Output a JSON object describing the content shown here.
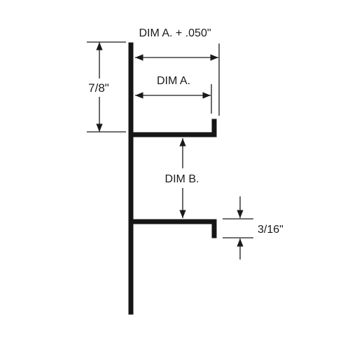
{
  "labels": {
    "dim_a_plus": "DIM A. + .050\"",
    "dim_a": "DIM A.",
    "height": "7/8\"",
    "dim_b": "DIM B.",
    "lip": "3/16\""
  },
  "colors": {
    "profile": "#161616",
    "dimension": "#1a1a1a",
    "background": "#ffffff"
  }
}
